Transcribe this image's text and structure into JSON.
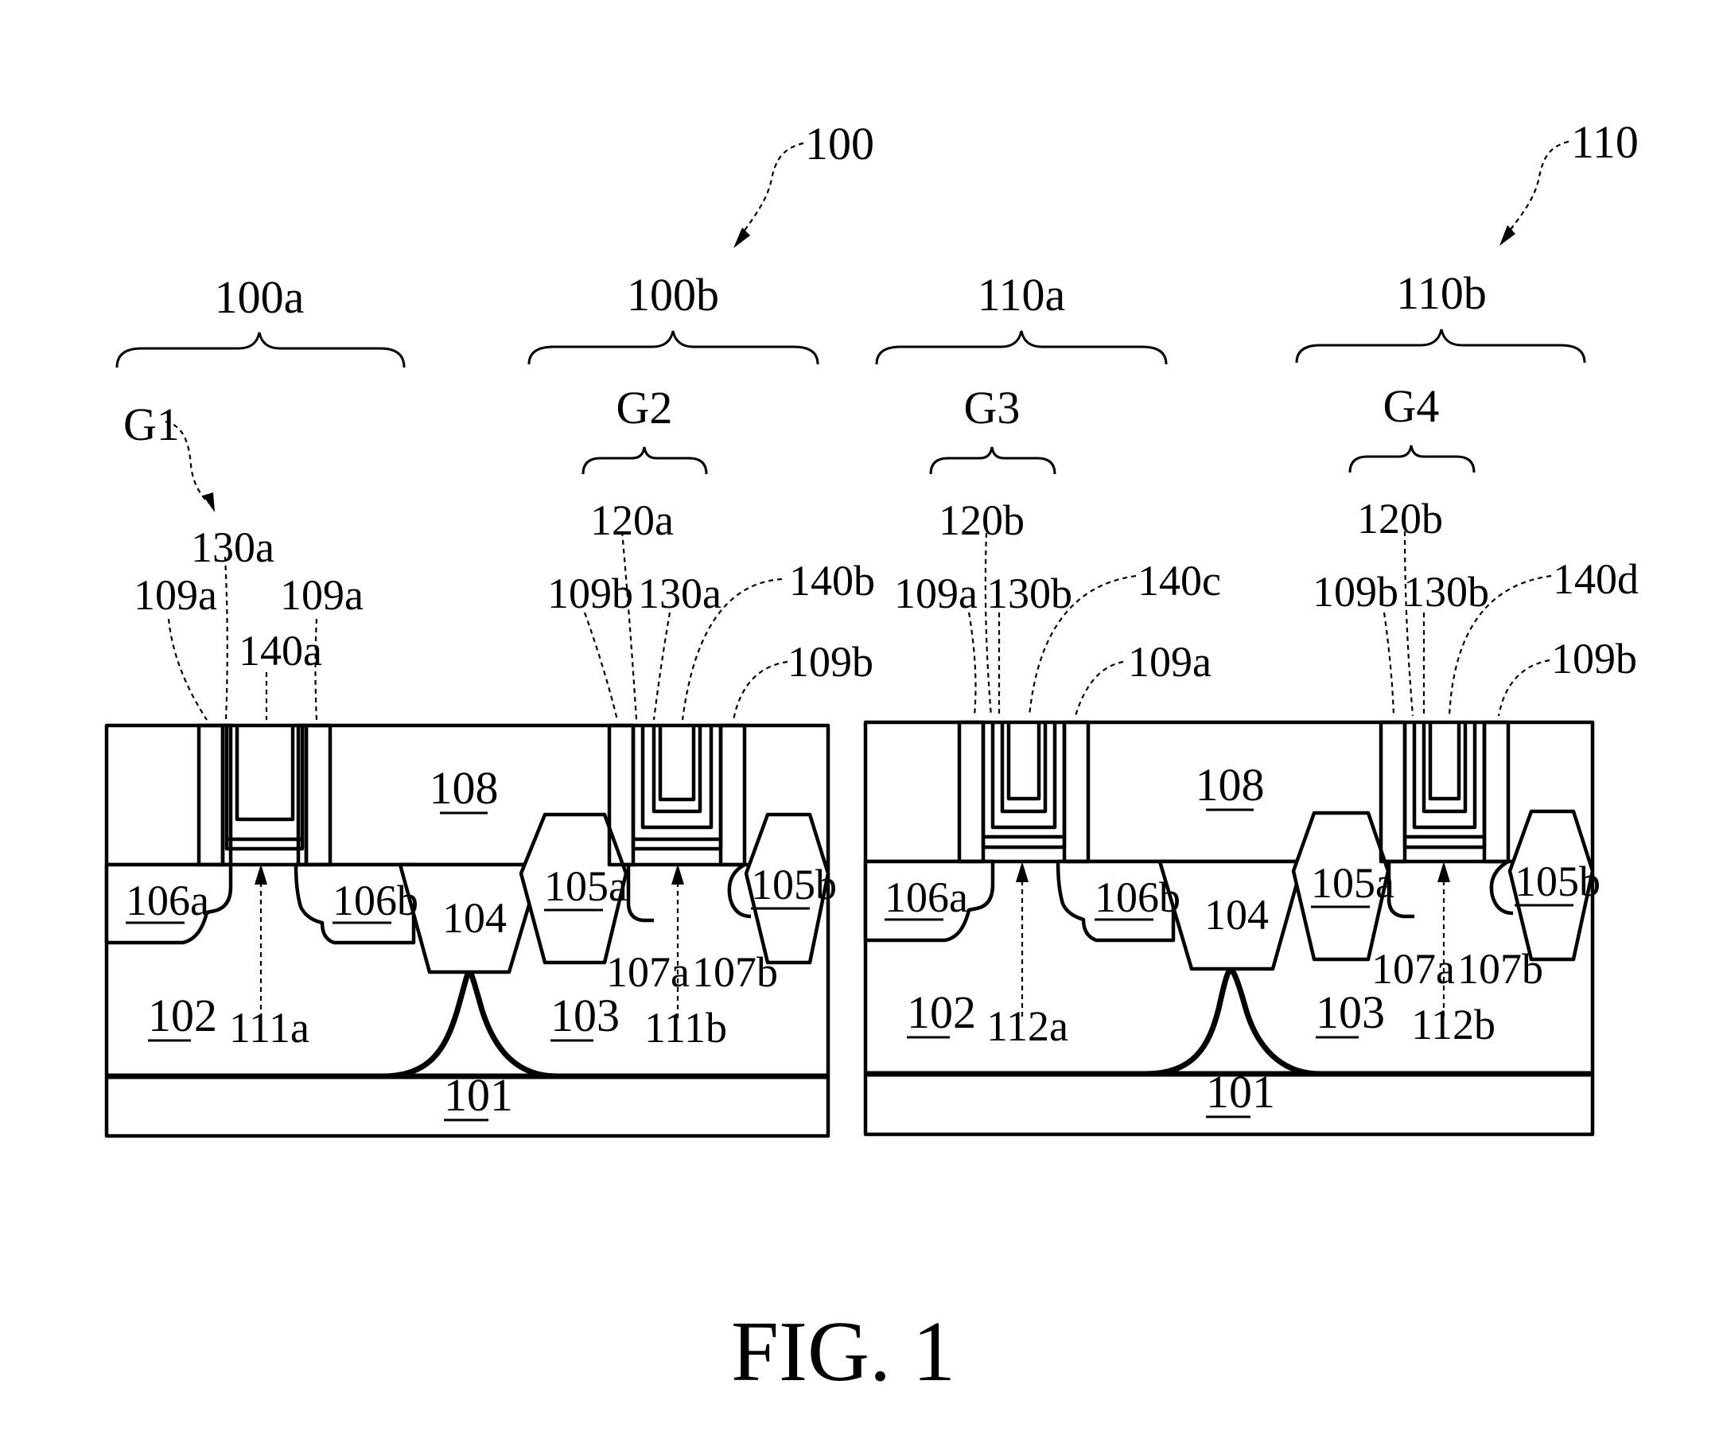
{
  "figure": {
    "caption": "FIG. 1",
    "device_refs": {
      "left": "100",
      "right": "110"
    },
    "regions": {
      "r100a": "100a",
      "r100b": "100b",
      "r110a": "110a",
      "r110b": "110b"
    },
    "gates": {
      "g1": "G1",
      "g2": "G2",
      "g3": "G3",
      "g4": "G4"
    },
    "left_panel": {
      "l130a_g1": "130a",
      "l109a_left": "109a",
      "l109a_right": "109a",
      "l140a": "140a",
      "l120a": "120a",
      "l109b_g2": "109b",
      "l130a_g2": "130a",
      "l140b": "140b",
      "l109b_right": "109b",
      "l108": "108",
      "l106a": "106a",
      "l106b": "106b",
      "l104": "104",
      "l105a": "105a",
      "l105b": "105b",
      "l107a": "107a",
      "l107b": "107b",
      "l102": "102",
      "l111a": "111a",
      "l103": "103",
      "l111b": "111b",
      "l101": "101"
    },
    "right_panel": {
      "l120b_g3": "120b",
      "l109a_g3": "109a",
      "l130b_g3": "130b",
      "l140c": "140c",
      "l109a_right": "109a",
      "l120b_g4": "120b",
      "l109b_g4": "109b",
      "l130b_g4": "130b",
      "l140d": "140d",
      "l109b_right": "109b",
      "l108": "108",
      "l106a": "106a",
      "l106b": "106b",
      "l104": "104",
      "l105a": "105a",
      "l105b": "105b",
      "l107a": "107a",
      "l107b": "107b",
      "l102": "102",
      "l112a": "112a",
      "l103": "103",
      "l112b": "112b",
      "l101": "101"
    }
  }
}
